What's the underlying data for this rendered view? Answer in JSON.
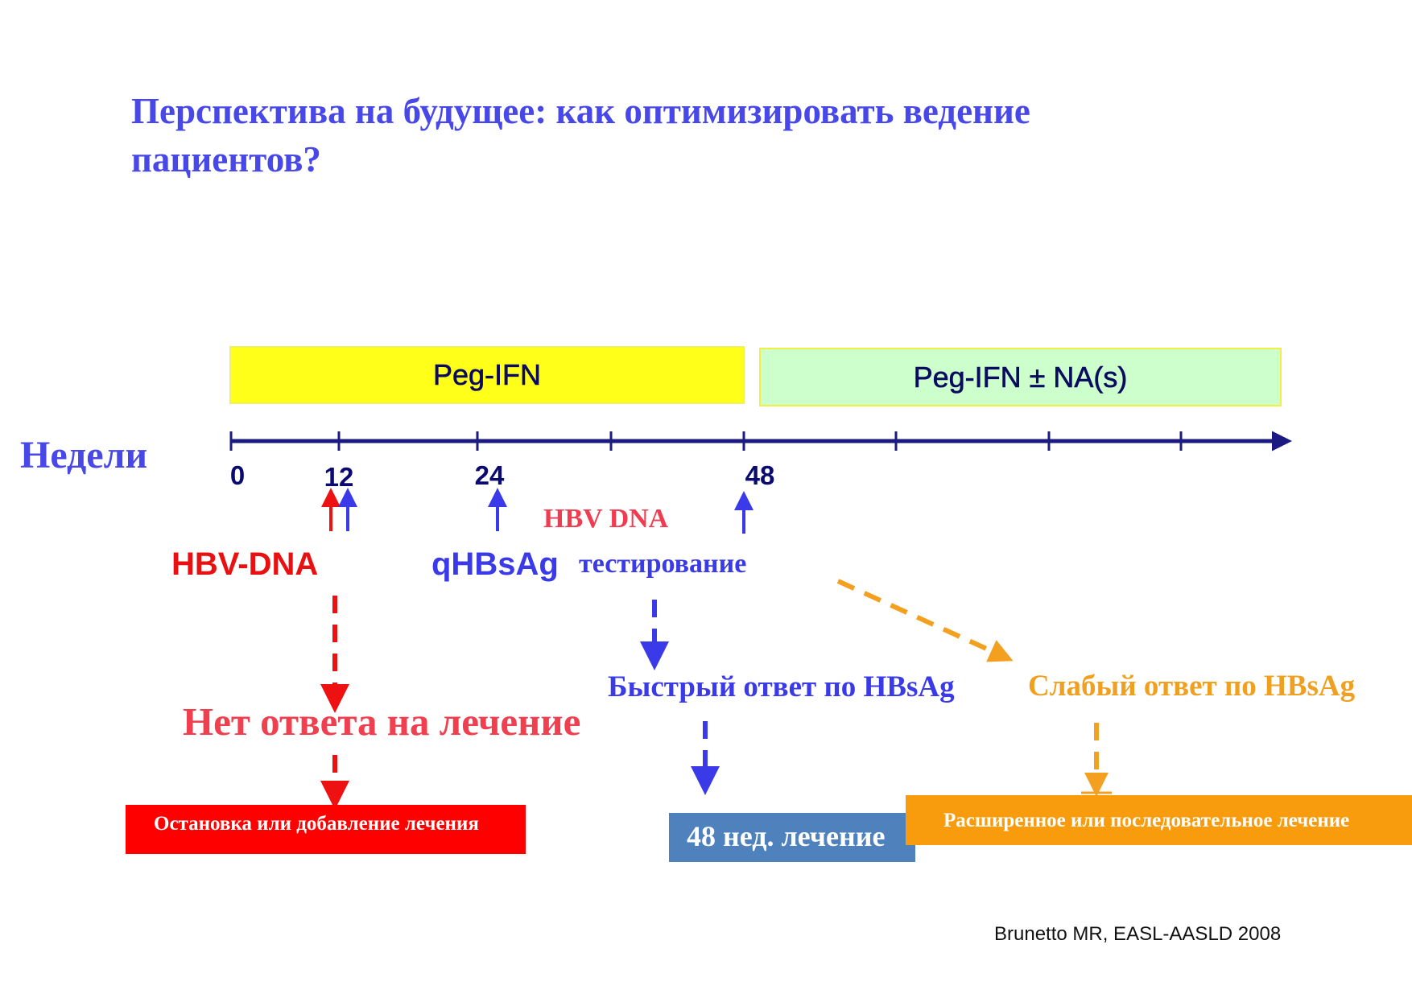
{
  "title": "Перспектива на будущее: как оптимизировать ведение пациентов?",
  "phases": {
    "peg_ifn": "Peg-IFN",
    "peg_ifn_na": "Peg-IFN ± NA(s)"
  },
  "axis": {
    "label": "Недели",
    "ticks": [
      "0",
      "12",
      "24",
      "48"
    ]
  },
  "markers": {
    "hbv_dna_red": "HBV-DNA",
    "qhbsag": "qHBsAg",
    "hbv_dna_testing": "HBV DNA",
    "testing": "тестирование"
  },
  "outcomes": {
    "no_response": "Нет ответа на лечение",
    "fast_response": "Быстрый ответ по HBsAg",
    "weak_response": "Слабый ответ по HBsAg"
  },
  "actions": {
    "stop_or_add": "Остановка или добавление лечения",
    "treat_48": "48 нед. лечение",
    "extended": "Расширенное или последовательное лечение"
  },
  "citation": "Brunetto MR, EASL-AASLD 2008",
  "colors": {
    "blue": "#4848e8",
    "red": "#ee1111",
    "orange": "#f39c12",
    "navy": "#1a1a80"
  }
}
